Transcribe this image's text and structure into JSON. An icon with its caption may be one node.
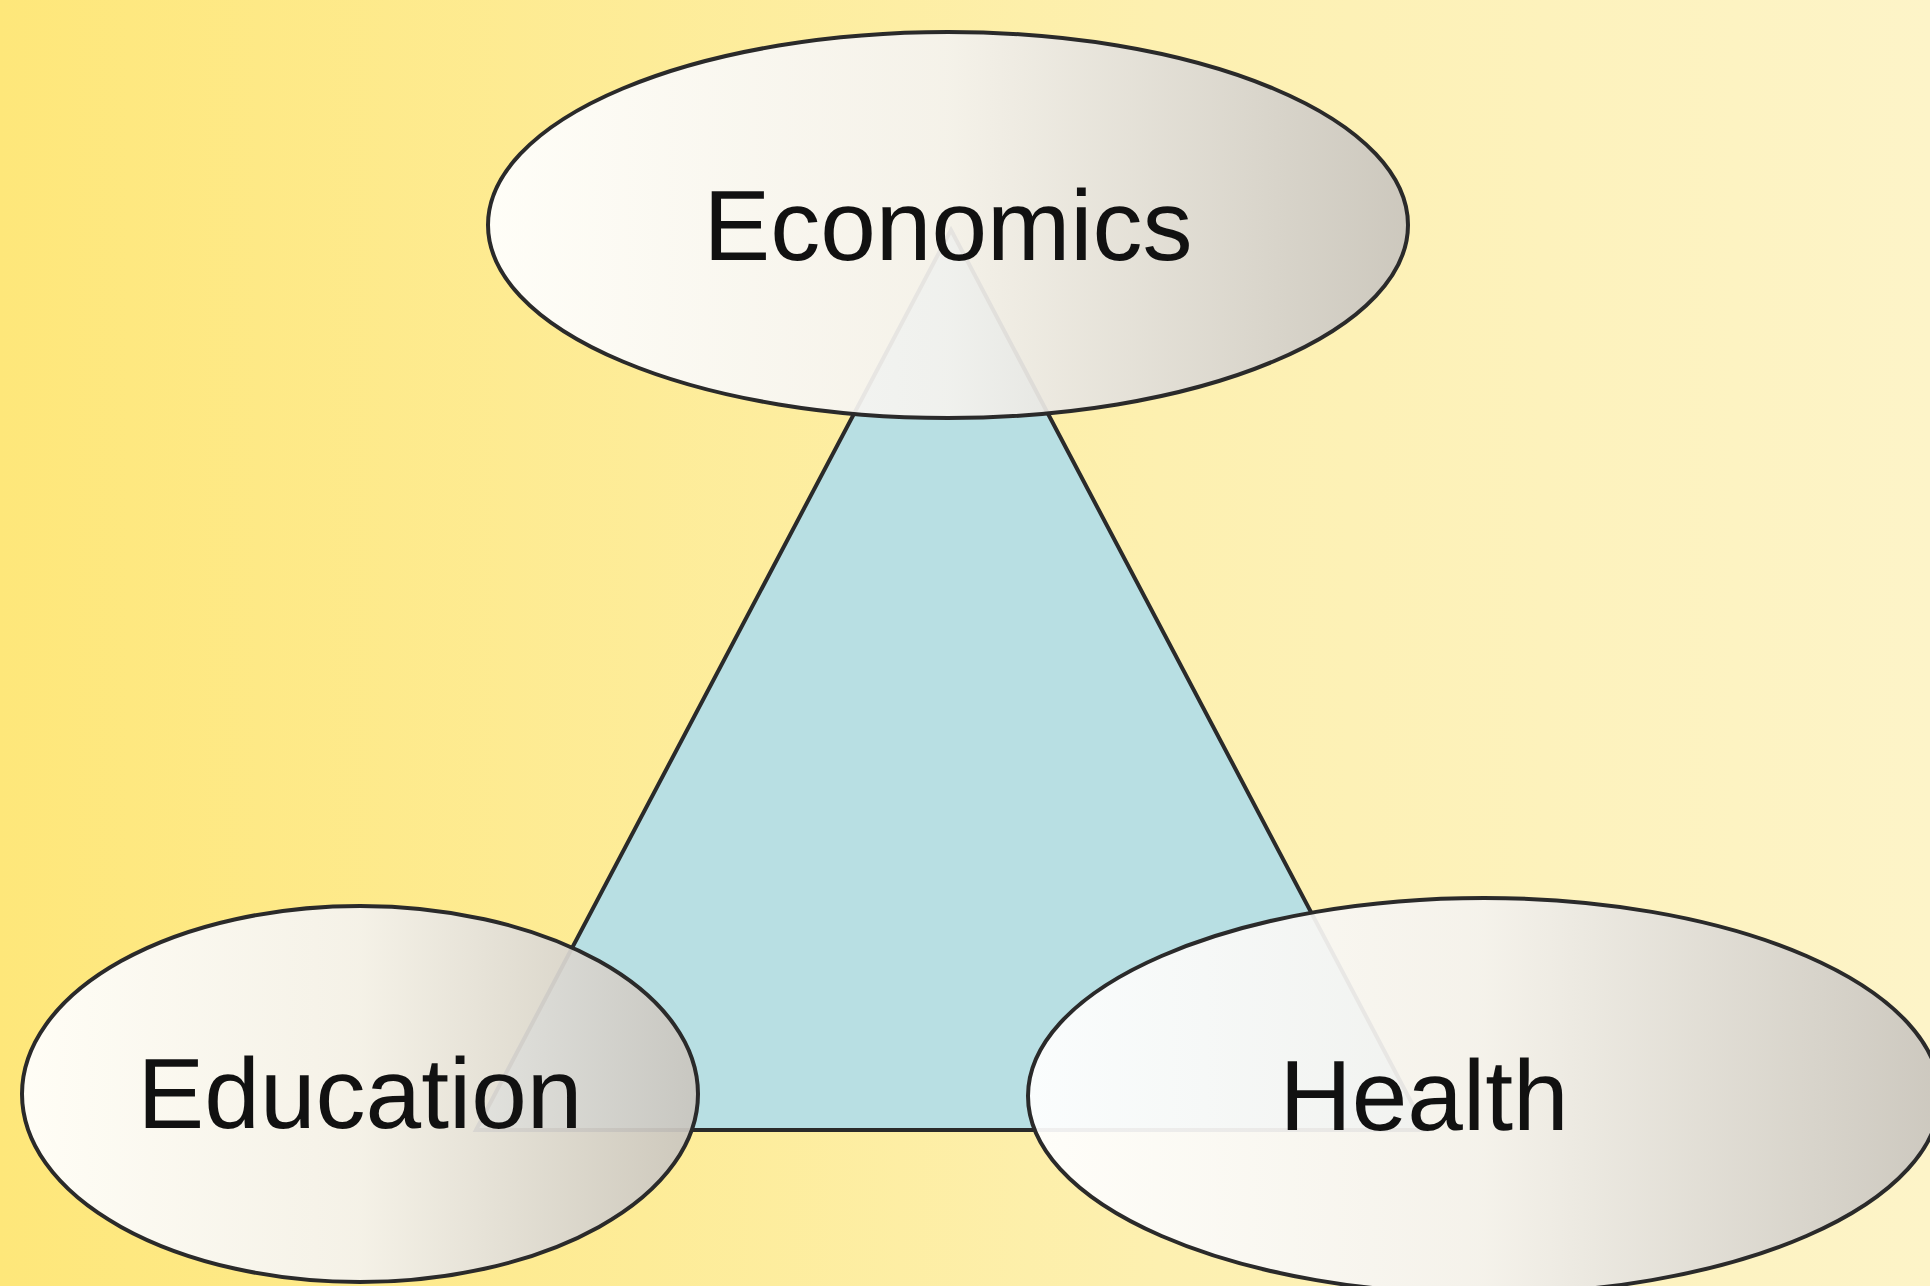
{
  "diagram": {
    "nodes": [
      {
        "text": [
          "Economics"
        ]
      },
      {
        "text": [
          "Education"
        ]
      },
      {
        "text": [
          "Health"
        ]
      },
      {
        "text": [],
        "shape": "triangle"
      }
    ]
  }
}
